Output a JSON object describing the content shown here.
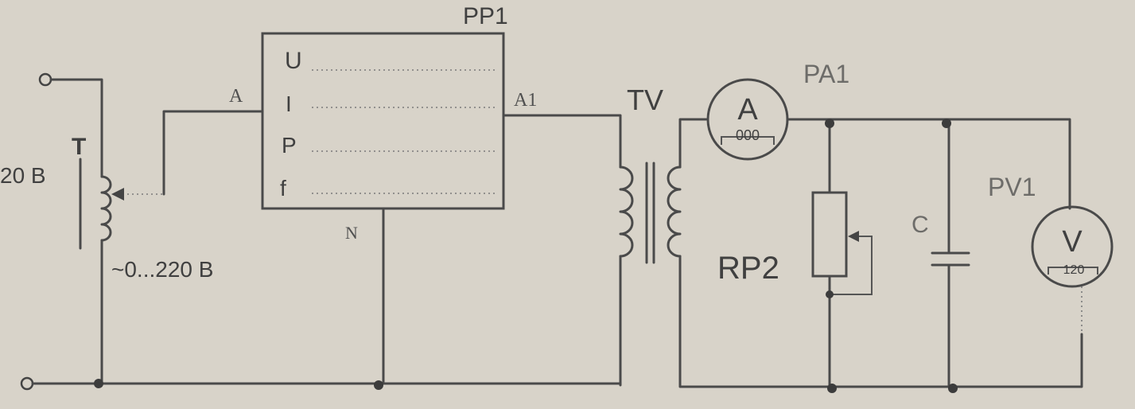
{
  "labels": {
    "source_voltage": "20 В",
    "autotransformer": "T",
    "output_range": "~0...220 В",
    "meter_block": "PP1",
    "meter_in": "A",
    "meter_out": "A1",
    "neutral": "N",
    "param_u": "U",
    "param_i": "I",
    "param_p": "P",
    "param_f": "f",
    "transformer": "TV",
    "ammeter_ref": "PA1",
    "ammeter_symbol": "A",
    "ammeter_scale": "000",
    "resistor": "RP2",
    "capacitor": "C",
    "voltmeter_ref": "PV1",
    "voltmeter_symbol": "V",
    "voltmeter_scale": "120"
  },
  "colors": {
    "paper": "#d8d3c9",
    "ink": "#4a4a4a"
  }
}
